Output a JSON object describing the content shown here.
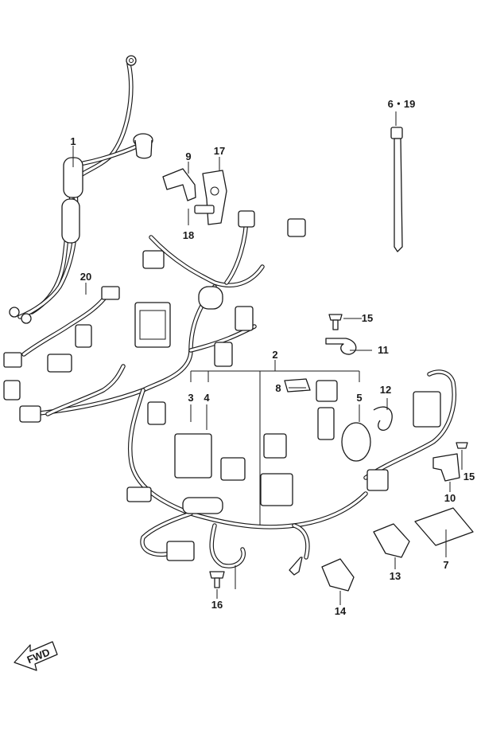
{
  "callouts": [
    {
      "id": "1",
      "text": "1"
    },
    {
      "id": "2",
      "text": "2"
    },
    {
      "id": "3",
      "text": "3"
    },
    {
      "id": "4",
      "text": "4"
    },
    {
      "id": "5",
      "text": "5"
    },
    {
      "id": "6_19",
      "text": "6・19"
    },
    {
      "id": "7",
      "text": "7"
    },
    {
      "id": "8",
      "text": "8"
    },
    {
      "id": "9",
      "text": "9"
    },
    {
      "id": "10",
      "text": "10"
    },
    {
      "id": "11",
      "text": "11"
    },
    {
      "id": "12",
      "text": "12"
    },
    {
      "id": "13",
      "text": "13"
    },
    {
      "id": "14",
      "text": "14"
    },
    {
      "id": "15a",
      "text": "15"
    },
    {
      "id": "15b",
      "text": "15"
    },
    {
      "id": "16",
      "text": "16"
    },
    {
      "id": "17",
      "text": "17"
    },
    {
      "id": "18",
      "text": "18"
    },
    {
      "id": "20",
      "text": "20"
    }
  ],
  "fwd_arrow": {
    "text": "FWD"
  }
}
